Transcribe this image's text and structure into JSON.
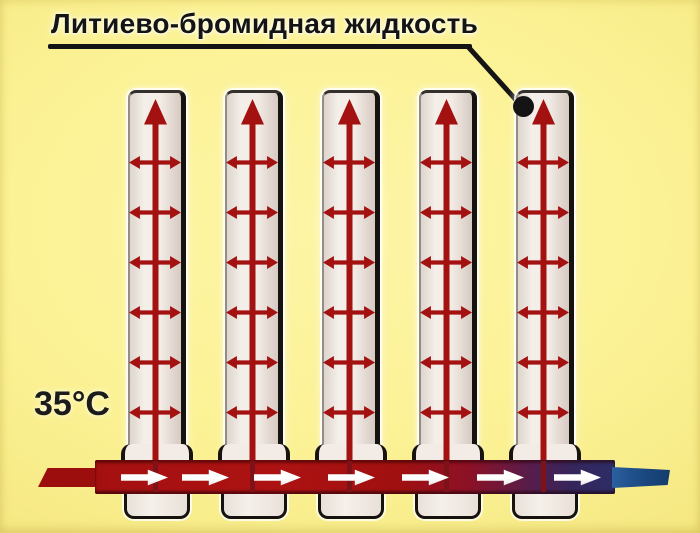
{
  "title": "Литиево-бромидная жидкость",
  "temperature_label": "35°C",
  "diagram": {
    "sections_count": 5,
    "heat_arrow_rows_per_section": 6,
    "manifold_flow_arrows": 7,
    "colors": {
      "background": "#fbf193",
      "tube_fill": "#f3ece6",
      "arrow_red": "#a31111",
      "pipe_hot_red": "#a50f0f",
      "pipe_cold_blue": "#1c4f8f",
      "ink_black": "#141414"
    }
  }
}
